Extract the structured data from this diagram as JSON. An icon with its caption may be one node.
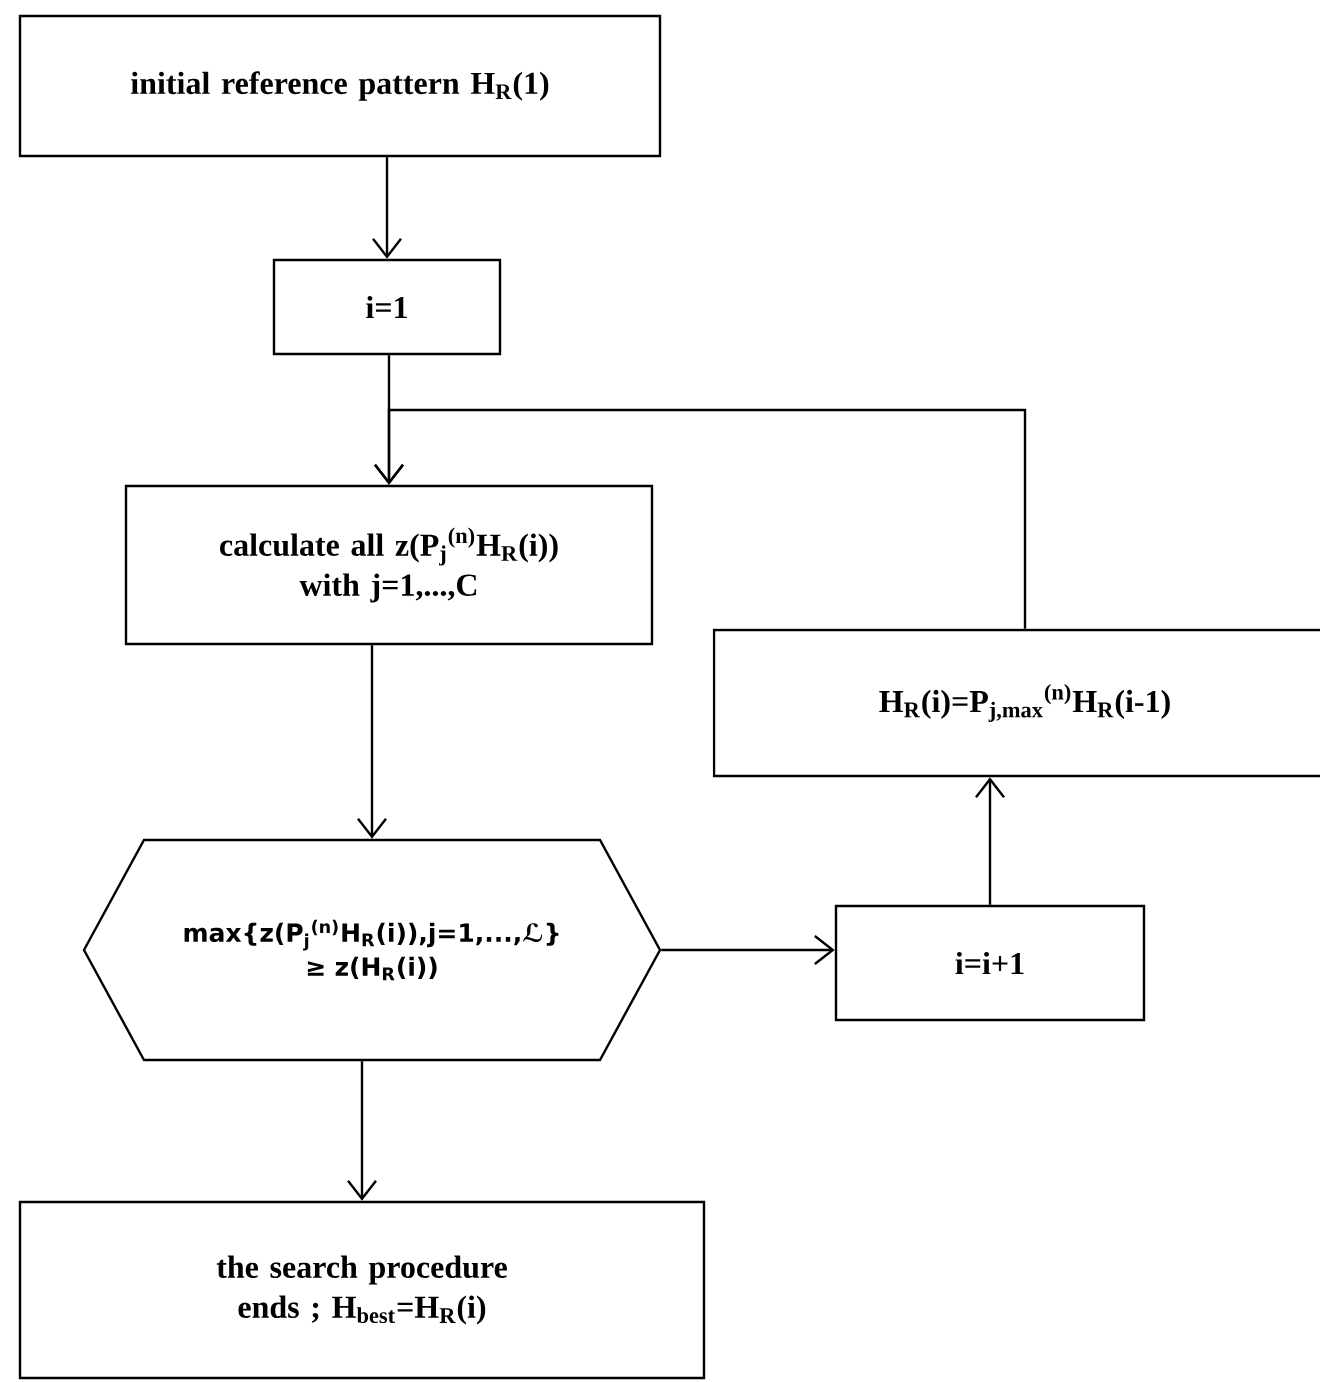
{
  "diagram": {
    "nodes": [
      {
        "text": [
          "initial reference pattern H$_{R}$(1)"
        ]
      },
      {
        "text": [
          "i=1"
        ]
      },
      {
        "text": [
          "calculate all z(P$_{j}$$^{(n)}$H$_{R}$(i)) with j=1,...,C"
        ]
      },
      {
        "text": [
          "max{z(P$_{j}$$^{(n)}$H$_{R}$(i)),j=1,...,ℒ} ≥ z(H$_{R}$(i))"
        ]
      },
      {
        "text": [
          "i=i+1"
        ]
      },
      {
        "text": [
          "H$_{R}$(i)=P$_{j,max}$$^{(n)}$H$_{R}$(i-1)"
        ]
      },
      {
        "text": [
          "the search procedure ends ; H$_{best}$=H$_{R}$(i)"
        ]
      }
    ],
    "edges": [
      {
        "from": 0,
        "to": 1,
        "arrow": "to"
      },
      {
        "from": 1,
        "to": 2,
        "arrow": "to"
      },
      {
        "from": 2,
        "to": 3,
        "arrow": "to"
      },
      {
        "from": 3,
        "to": 4,
        "arrow": "to"
      },
      {
        "from": 4,
        "to": 5,
        "arrow": "to"
      },
      {
        "from": 5,
        "to": 2,
        "arrow": "to"
      },
      {
        "from": 3,
        "to": 6,
        "arrow": "to"
      }
    ]
  }
}
